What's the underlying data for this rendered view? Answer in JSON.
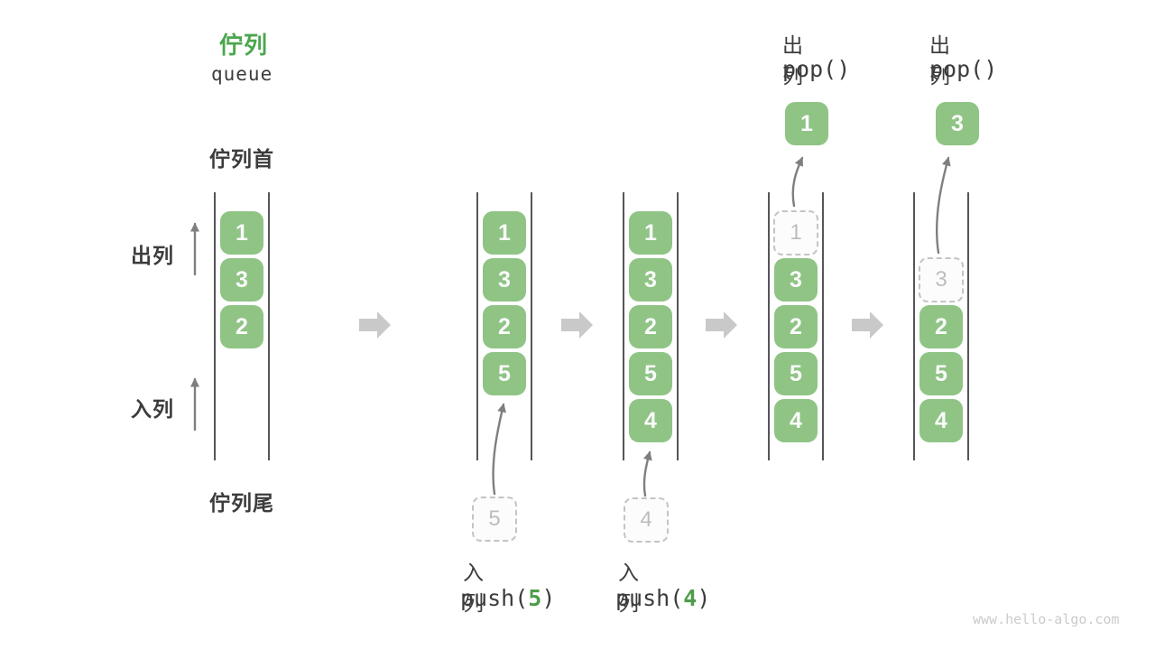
{
  "title": {
    "zh": "佇列",
    "en": "queue"
  },
  "labels": {
    "queue_front": "佇列首",
    "queue_rear": "佇列尾",
    "dequeue_side": "出列",
    "enqueue_side": "入列"
  },
  "watermark": "www.hello-algo.com",
  "colors": {
    "cell_green": "#8FC485",
    "cell_text": "#FBFBFB",
    "title_green": "#4CA64E",
    "code_arg_green": "#4E9D49",
    "text_dark": "#3C3C3C",
    "rail": "#55555A",
    "thin_arrow": "#7F7F7F",
    "block_arrow": "#C9C9C9",
    "ghost_border": "#C4C4C4",
    "ghost_text": "#BDBDBD",
    "ghost_fill": "#FCFCFC",
    "watermark": "#CBCBCB"
  },
  "states": [
    {
      "name": "state-initial",
      "cells": [
        {
          "slot": 0,
          "value": "1",
          "variant": "solid"
        },
        {
          "slot": 1,
          "value": "3",
          "variant": "solid"
        },
        {
          "slot": 2,
          "value": "2",
          "variant": "solid"
        }
      ]
    },
    {
      "name": "state-push-5",
      "cells": [
        {
          "slot": 0,
          "value": "1",
          "variant": "solid"
        },
        {
          "slot": 1,
          "value": "3",
          "variant": "solid"
        },
        {
          "slot": 2,
          "value": "2",
          "variant": "solid"
        },
        {
          "slot": 3,
          "value": "5",
          "variant": "solid"
        }
      ],
      "pending": "5",
      "op": {
        "position": "bottom",
        "action": "入列",
        "code_before": "push(",
        "code_arg": "5",
        "code_after": ")"
      }
    },
    {
      "name": "state-push-4",
      "cells": [
        {
          "slot": 0,
          "value": "1",
          "variant": "solid"
        },
        {
          "slot": 1,
          "value": "3",
          "variant": "solid"
        },
        {
          "slot": 2,
          "value": "2",
          "variant": "solid"
        },
        {
          "slot": 3,
          "value": "5",
          "variant": "solid"
        },
        {
          "slot": 4,
          "value": "4",
          "variant": "solid"
        }
      ],
      "pending": "4",
      "op": {
        "position": "bottom",
        "action": "入列",
        "code_before": "push(",
        "code_arg": "4",
        "code_after": ")"
      }
    },
    {
      "name": "state-pop-1",
      "cells": [
        {
          "slot": 0,
          "value": "1",
          "variant": "ghost"
        },
        {
          "slot": 1,
          "value": "3",
          "variant": "solid"
        },
        {
          "slot": 2,
          "value": "2",
          "variant": "solid"
        },
        {
          "slot": 3,
          "value": "5",
          "variant": "solid"
        },
        {
          "slot": 4,
          "value": "4",
          "variant": "solid"
        }
      ],
      "result": "1",
      "op": {
        "position": "top",
        "action": "出列",
        "code_before": "pop()",
        "code_arg": "",
        "code_after": ""
      }
    },
    {
      "name": "state-pop-3",
      "cells": [
        {
          "slot": 1,
          "value": "3",
          "variant": "ghost"
        },
        {
          "slot": 2,
          "value": "2",
          "variant": "solid"
        },
        {
          "slot": 3,
          "value": "5",
          "variant": "solid"
        },
        {
          "slot": 4,
          "value": "4",
          "variant": "solid"
        }
      ],
      "result": "3",
      "op": {
        "position": "top",
        "action": "出列",
        "code_before": "pop()",
        "code_arg": "",
        "code_after": ""
      }
    }
  ]
}
